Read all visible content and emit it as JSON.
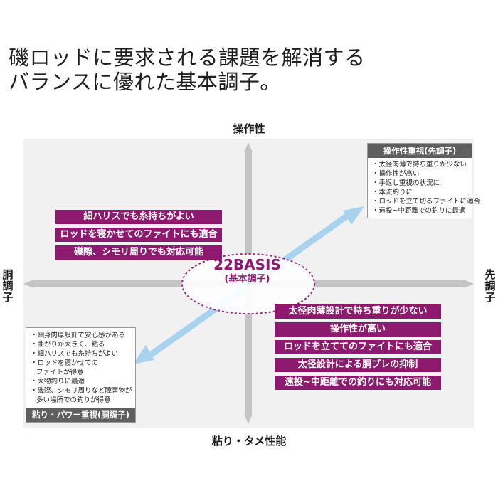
{
  "title": {
    "line1": "磯ロッドに要求される課題を解消する",
    "line2": "バランスに優れた基本調子。"
  },
  "axes": {
    "top": "操作性",
    "bottom": "粘り・タメ性能",
    "left": [
      "胴",
      "調",
      "子"
    ],
    "right": [
      "先",
      "調",
      "子"
    ]
  },
  "center": {
    "main": "22BASIS",
    "sub": "(基本調子)"
  },
  "upper_left_tags": [
    "細ハリスでも糸持ちがよい",
    "ロッドを寝かせてのファイトにも適合",
    "磯際、シモリ周りでも対応可能"
  ],
  "lower_right_tags": [
    "太径肉薄設計で持ち重りが少ない",
    "操作性が高い",
    "ロッドを立ててのファイトにも適合",
    "太径設計による胴ブレの抑制",
    "遠投~中距離での釣りにも対応可能"
  ],
  "top_right_box": {
    "header": "操作性重視(先調子)",
    "items": [
      "・太径肉薄で持ち重りが少ない",
      "・操作性が高い",
      "・手返し重視の状況に",
      "・本流釣りに",
      "・ロッドを立て切るファイトに適合",
      "・遠投~中距離での釣りに最適"
    ]
  },
  "bottom_left_box": {
    "header": "粘り・パワー重視(胴調子)",
    "items": [
      {
        "text": "・細身肉厚設計で安心感がある"
      },
      {
        "text": "・曲がりが大きく、粘る"
      },
      {
        "text": "・細ハリスでも糸持ちがよい"
      },
      {
        "text": "・ロッドを寝かせての",
        "cont": "ファイトが得意"
      },
      {
        "text": "・大物釣りに最適"
      },
      {
        "text": "・磯際、シモリ周りなど障害物が",
        "cont": "多い場所での釣りが得意"
      }
    ]
  },
  "colors": {
    "accent": "#8d1a6e",
    "arrow": "#a9d2ee",
    "axis": "#c4c4c4",
    "panel": "#f1f1f1"
  }
}
